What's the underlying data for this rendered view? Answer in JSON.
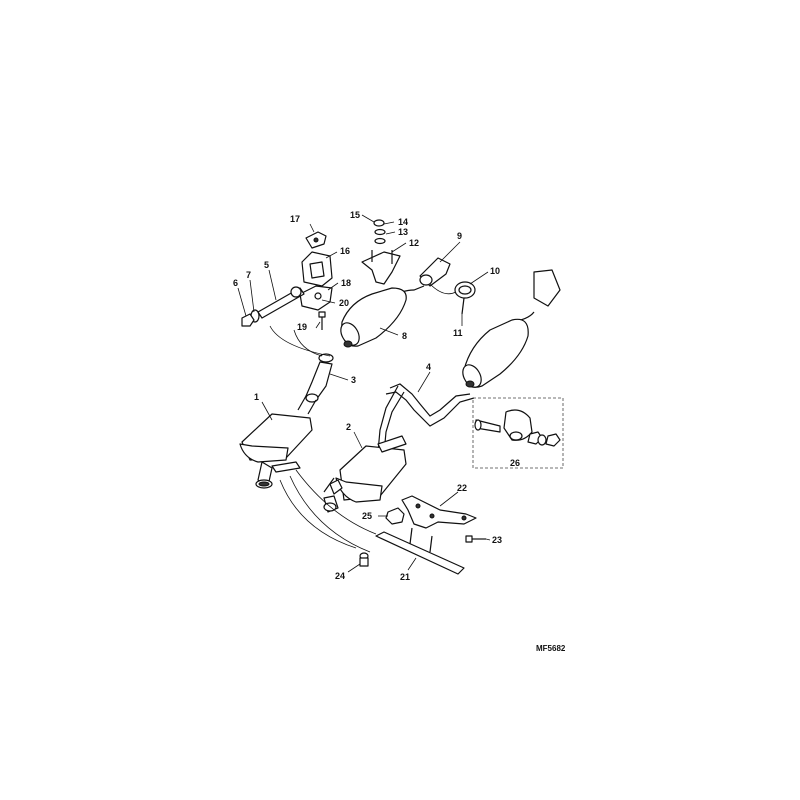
{
  "diagram": {
    "reference_code": "MF5682",
    "callouts": {
      "c1": "1",
      "c2": "2",
      "c3": "3",
      "c4": "4",
      "c5": "5",
      "c6": "6",
      "c7": "7",
      "c8": "8",
      "c9": "9",
      "c10": "10",
      "c11": "11",
      "c12": "12",
      "c13": "13",
      "c14": "14",
      "c15": "15",
      "c16": "16",
      "c17": "17",
      "c18": "18",
      "c19": "19",
      "c20": "20",
      "c21": "21",
      "c22": "22",
      "c23": "23",
      "c24": "24",
      "c25": "25",
      "c26": "26"
    },
    "colors": {
      "ink": "#111111",
      "paper": "#ffffff"
    }
  }
}
